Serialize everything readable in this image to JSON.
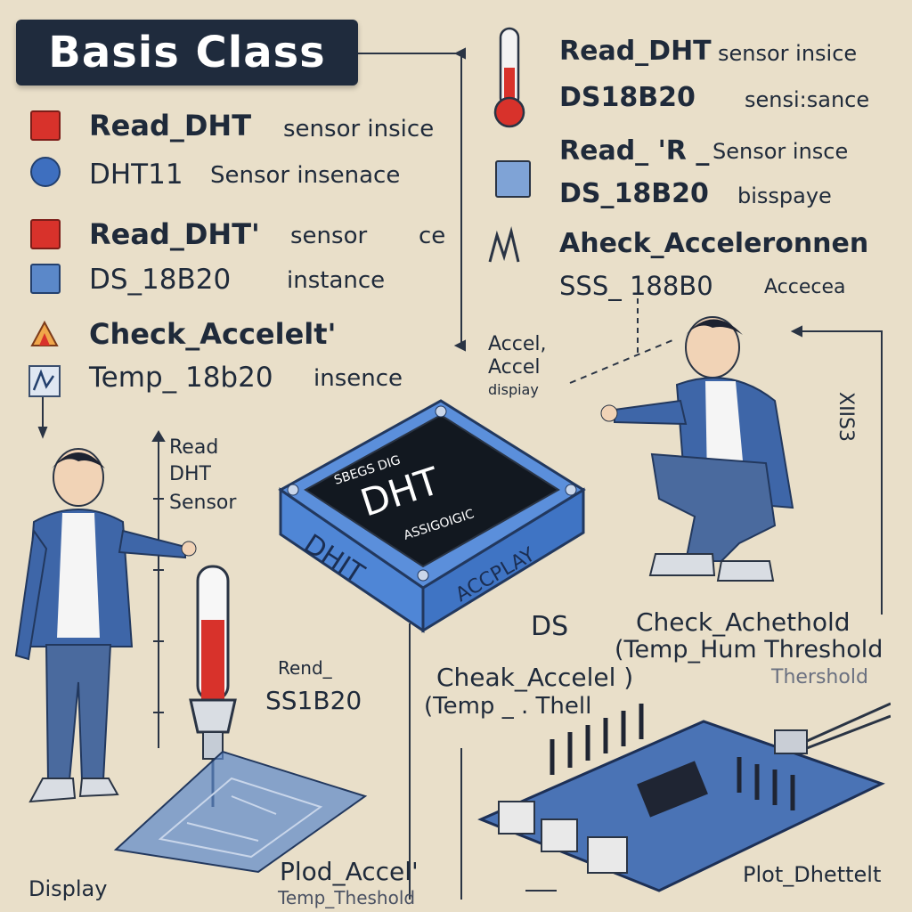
{
  "title": "Basis Class",
  "left_list": [
    {
      "main": "Read_DHT",
      "sub": "sensor insice"
    },
    {
      "main": "DHT11",
      "sub": "Sensor insenace"
    },
    {
      "main": "Read_DHT'",
      "sub": "sensor",
      "extra": "ce"
    },
    {
      "main": "DS_18B20",
      "sub": "instance"
    },
    {
      "main": "Check_Accelelt'"
    },
    {
      "main": "Temp_ 18b20",
      "sub": "insence"
    }
  ],
  "right_list": [
    {
      "main": "Read_DHT",
      "sub": "sensor insice"
    },
    {
      "main": "DS18B20",
      "sub": "sensi:sance"
    },
    {
      "main": "Read_ 'R _",
      "sub": "Sensor insce"
    },
    {
      "main": "DS_18B20",
      "sub": "bisspaye"
    },
    {
      "main": "Aheck_Acceleronnen"
    },
    {
      "main": "SSS_ 188B0",
      "sub": "Accecea"
    }
  ],
  "module": {
    "top_small": "SBEGS DIG",
    "top_big": "DHT",
    "top_bottom": "ASSIGOIGIC",
    "front_left": "DHIT",
    "front_right": "ACCPLAY"
  },
  "labels": {
    "accel1": "Accel,",
    "accel2": "Accel",
    "accel3": "dispiay",
    "read1": "Read",
    "read2": "DHT",
    "read3": "Sensor",
    "side_vertical": "XIIS3",
    "ds": "DS",
    "check_ach": "Check_Achethold",
    "temp_hum": "(Temp_Hum Threshold",
    "thershold": "Thershold",
    "rend1": "Rend_",
    "rend2": "SS1B20",
    "cheak": "Cheak_Accelel )",
    "temp_thell": "(Temp _ . Thell",
    "display": "Display",
    "plod": "Plod_Accel'",
    "temp_thes": "Temp_Theshold",
    "plot": "Plot_Dhettelt"
  },
  "colors": {
    "title_bg": "#1f2b3d",
    "module_blue": "#4f86d6",
    "module_top": "#121820",
    "red": "#d8322b",
    "board_blue": "#4a73b5"
  }
}
